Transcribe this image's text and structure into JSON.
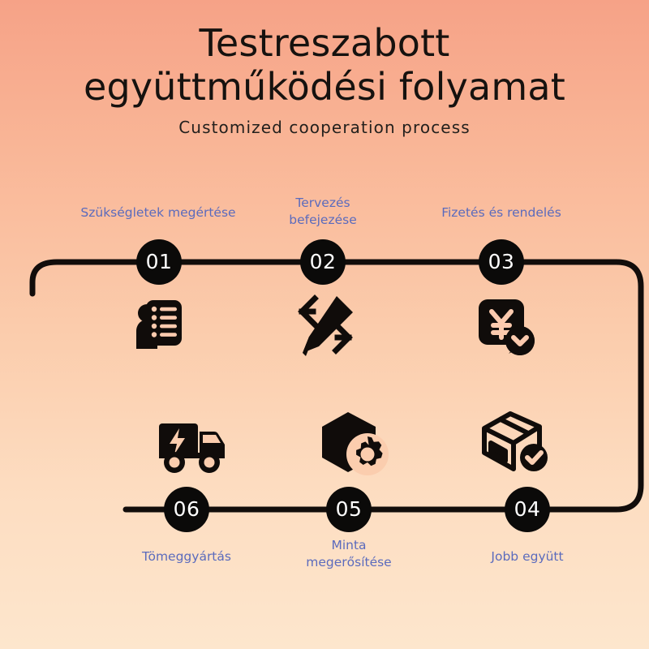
{
  "header": {
    "title_line_1": "Testreszabott",
    "title_line_2": "együttműködési folyamat",
    "subtitle": "Customized cooperation process"
  },
  "theme": {
    "background_top": "#f6a287",
    "background_bottom": "#fde6cd",
    "node_fill": "#0b0a09",
    "node_text": "#ffffff",
    "label_color": "#5b6bbd",
    "track_color": "#120d0b",
    "icon_color": "#100c0a",
    "title_color": "#16120f"
  },
  "steps": [
    {
      "number": "01",
      "label_line_1": "Szükségletek megértése",
      "label_line_2": "",
      "icon": "person-checklist-icon"
    },
    {
      "number": "02",
      "label_line_1": "Tervezés",
      "label_line_2": "befejezése",
      "icon": "pencil-design-icon"
    },
    {
      "number": "03",
      "label_line_1": "Fizetés és rendelés",
      "label_line_2": "",
      "icon": "yen-payment-icon"
    },
    {
      "number": "04",
      "label_line_1": "Jobb együtt",
      "label_line_2": "",
      "icon": "package-check-icon"
    },
    {
      "number": "05",
      "label_line_1": "Minta",
      "label_line_2": "megerősítése",
      "icon": "cube-gear-icon"
    },
    {
      "number": "06",
      "label_line_1": "Tömeggyártás",
      "label_line_2": "",
      "icon": "delivery-truck-icon"
    }
  ]
}
